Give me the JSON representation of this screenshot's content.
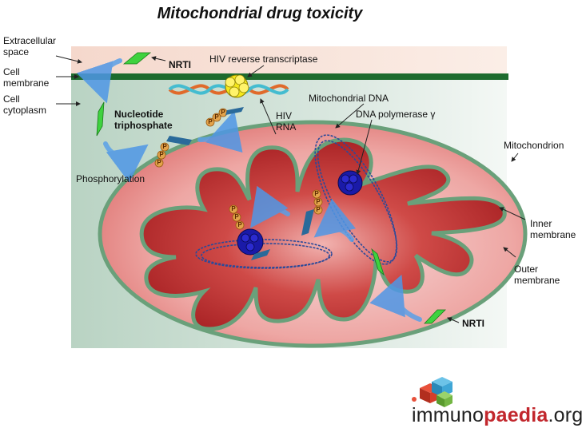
{
  "title": "Mitochondrial drug toxicity",
  "labels": {
    "extracellular_l1": "Extracellular",
    "extracellular_l2": "space",
    "cell_membrane_l1": "Cell",
    "cell_membrane_l2": "membrane",
    "cell_cytoplasm_l1": "Cell",
    "cell_cytoplasm_l2": "cytoplasm",
    "nrti_top": "NRTI",
    "hiv_rt": "HIV reverse transcriptase",
    "hiv_rna_l1": "HIV",
    "hiv_rna_l2": "RNA",
    "nucleotide_l1": "Nucleotide",
    "nucleotide_l2": "triphosphate",
    "phosphorylation": "Phosphorylation",
    "mito_dna": "Mitochondrial DNA",
    "dna_pol": "DNA polymerase γ",
    "mitochondrion": "Mitochondrion",
    "inner_l1": "Inner",
    "inner_l2": "membrane",
    "outer_l1": "Outer",
    "outer_l2": "membrane",
    "nrti_bottom": "NRTI"
  },
  "phosphate_letter": "P",
  "logo": {
    "pre": "immuno",
    "accent": "paedia",
    "post": ".org"
  },
  "colors": {
    "membrane": "#1e6b2e",
    "mitochondrion_outer": "#6aa07a",
    "matrix": "#b82628",
    "nrti": "#3fd23f",
    "polymerase": "#1a1aa8",
    "phosphate": "#e3a34b",
    "rt_enzyme": "#f6e81a"
  },
  "icons": [
    "arrow-icon",
    "nrti-molecule-icon",
    "phosphate-icon",
    "polymerase-icon",
    "dna-helix-icon",
    "logo-cubes-icon"
  ]
}
